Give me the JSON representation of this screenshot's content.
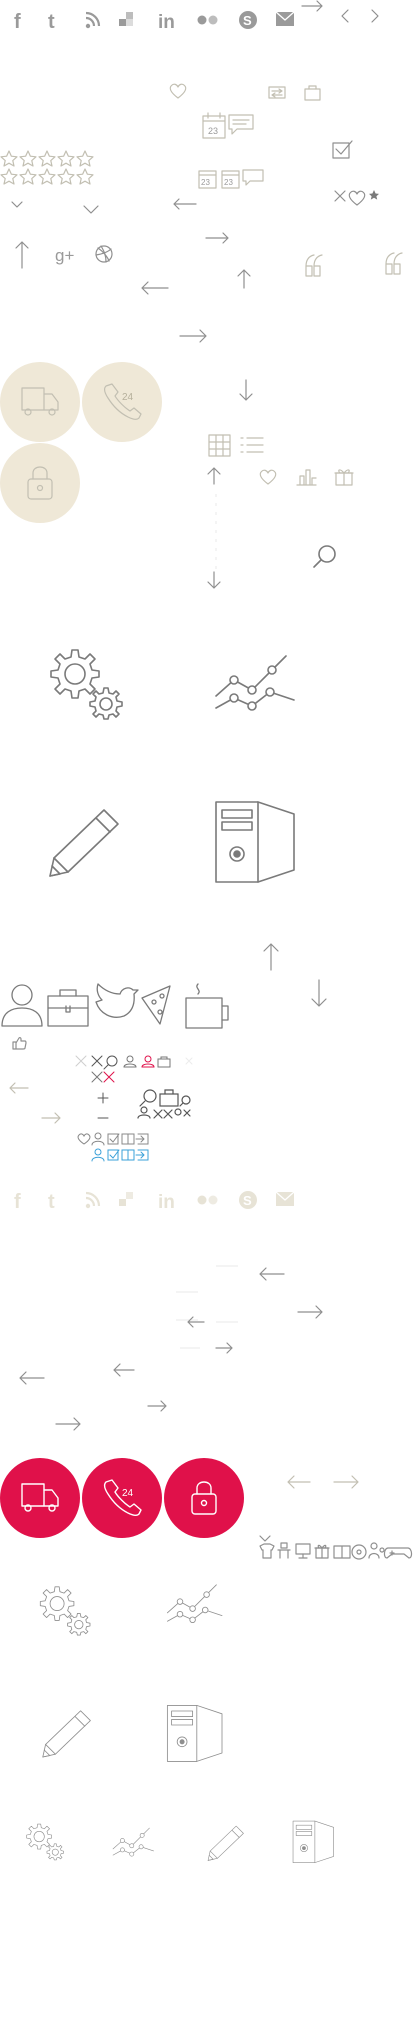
{
  "social_top": {
    "icons": [
      "facebook-icon",
      "twitter-icon",
      "rss-icon",
      "delicious-icon",
      "linkedin-icon",
      "flickr-icon",
      "skype-icon",
      "mail-icon"
    ]
  },
  "social_glyphs": {
    "facebook": "f",
    "twitter": "t",
    "linkedin": "in",
    "skype": "S",
    "googleplus": "g+"
  },
  "calendar": {
    "day": "23"
  },
  "phone": {
    "label": "24"
  },
  "colors": {
    "beige": "#efe8d7",
    "red": "#e0114a",
    "line": "#8f8f8f",
    "light": "#c2bfb2"
  }
}
